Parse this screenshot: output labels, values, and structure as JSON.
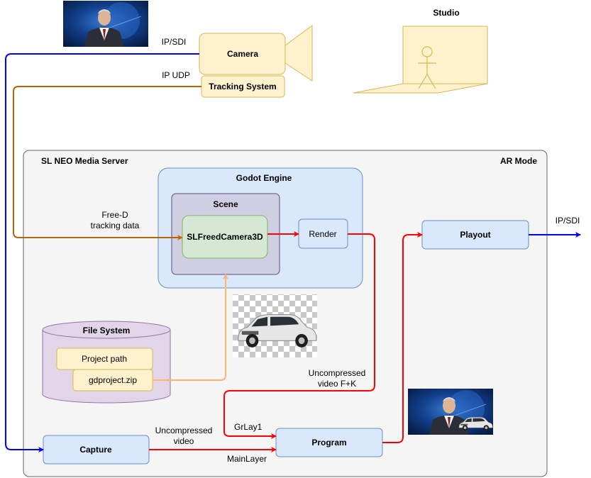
{
  "studio": {
    "title": "Studio",
    "camera_label": "Camera",
    "tracking_label": "Tracking System",
    "ip_sdi_in": "IP/SDI",
    "ip_udp": "IP UDP"
  },
  "server": {
    "title": "SL NEO Media Server",
    "mode": "AR Mode",
    "engine_title": "Godot  Engine",
    "scene_title": "Scene",
    "camera3d_label": "SLFreedCamera3D",
    "render_label": "Render",
    "playout_label": "Playout",
    "ip_sdi_out": "IP/SDI",
    "freed_line1": "Free-D",
    "freed_line2": "tracking data",
    "fs_title": "File System",
    "project_path_label": "Project path",
    "gdproject_label": "gdproject.zip",
    "uncompressed_fk_line1": "Uncompressed",
    "uncompressed_fk_line2": "video F+K",
    "grlay_label": "GrLay1",
    "capture_label": "Capture",
    "program_label": "Program",
    "uncompressed_line1": "Uncompressed",
    "uncompressed_line2": "video",
    "mainlayer_label": "MainLayer"
  },
  "colors": {
    "sdi_blue": "#0000ff",
    "udp_orange": "#b46504",
    "freed_orange": "#cc6600",
    "video_red": "#ff0000",
    "file_orange": "#ffb570",
    "blue_box_fill": "#dae8fc",
    "blue_box_stroke": "#6c8ebf",
    "yellow_fill": "#fff2cc",
    "yellow_stroke": "#d6b656",
    "purple_fill": "#e1d5e7",
    "purple_stroke": "#9673a6",
    "green_fill": "#d5e8d4",
    "green_stroke": "#82b366",
    "panel_fill": "#f5f5f5",
    "panel_stroke": "#666666"
  },
  "images": {
    "presenter_thumb": "news-presenter-image",
    "car_thumb": "car-transparent-image",
    "composite_thumb": "presenter-with-car-image"
  }
}
